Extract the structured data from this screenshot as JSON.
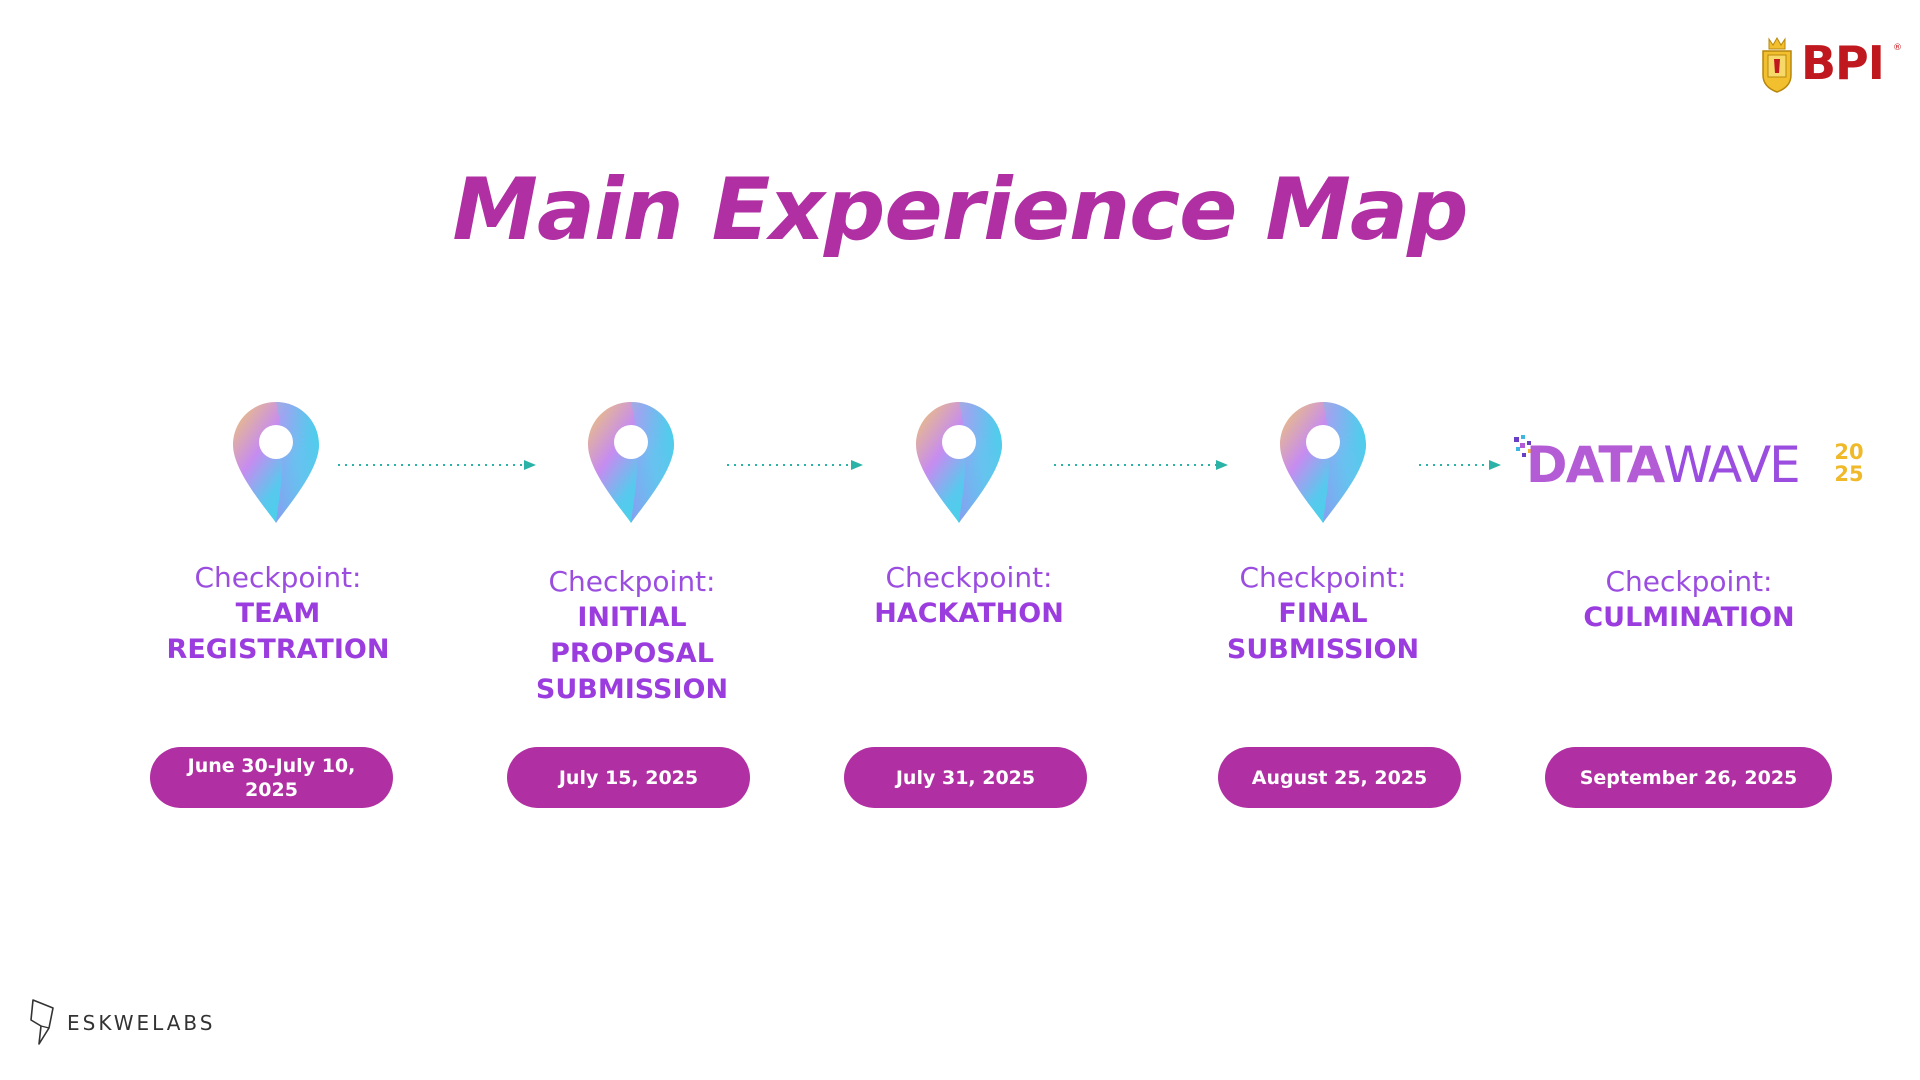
{
  "brand_colors": {
    "title": "#b02fa3",
    "pill": "#b02fa3",
    "checkpoint": "#9b3cdf",
    "arrow": "#2bb3a8"
  },
  "header": {
    "title": "Main Experience Map"
  },
  "bpi_logo": {
    "text": "BPI",
    "registered_mark": "®"
  },
  "datawave_logo": {
    "word1": "DATA",
    "word2": "WAVE",
    "year_top": "20",
    "year_bottom": "25"
  },
  "footer": {
    "brand": "ESKWELABS"
  },
  "checkpoints": [
    {
      "label": "Checkpoint:",
      "name": "TEAM\nREGISTRATION",
      "date": "June 30-July 10,\n2025",
      "icon": "map-pin-icon"
    },
    {
      "label": "Checkpoint:",
      "name": "INITIAL\nPROPOSAL\nSUBMISSION",
      "date": "July 15, 2025",
      "icon": "map-pin-icon"
    },
    {
      "label": "Checkpoint:",
      "name": "HACKATHON",
      "date": "July 31, 2025",
      "icon": "map-pin-icon"
    },
    {
      "label": "Checkpoint:",
      "name": "FINAL\nSUBMISSION",
      "date": "August 25, 2025",
      "icon": "map-pin-icon"
    },
    {
      "label": "Checkpoint:",
      "name": "CULMINATION",
      "date": "September 26, 2025",
      "icon": "datawave-logo"
    }
  ]
}
